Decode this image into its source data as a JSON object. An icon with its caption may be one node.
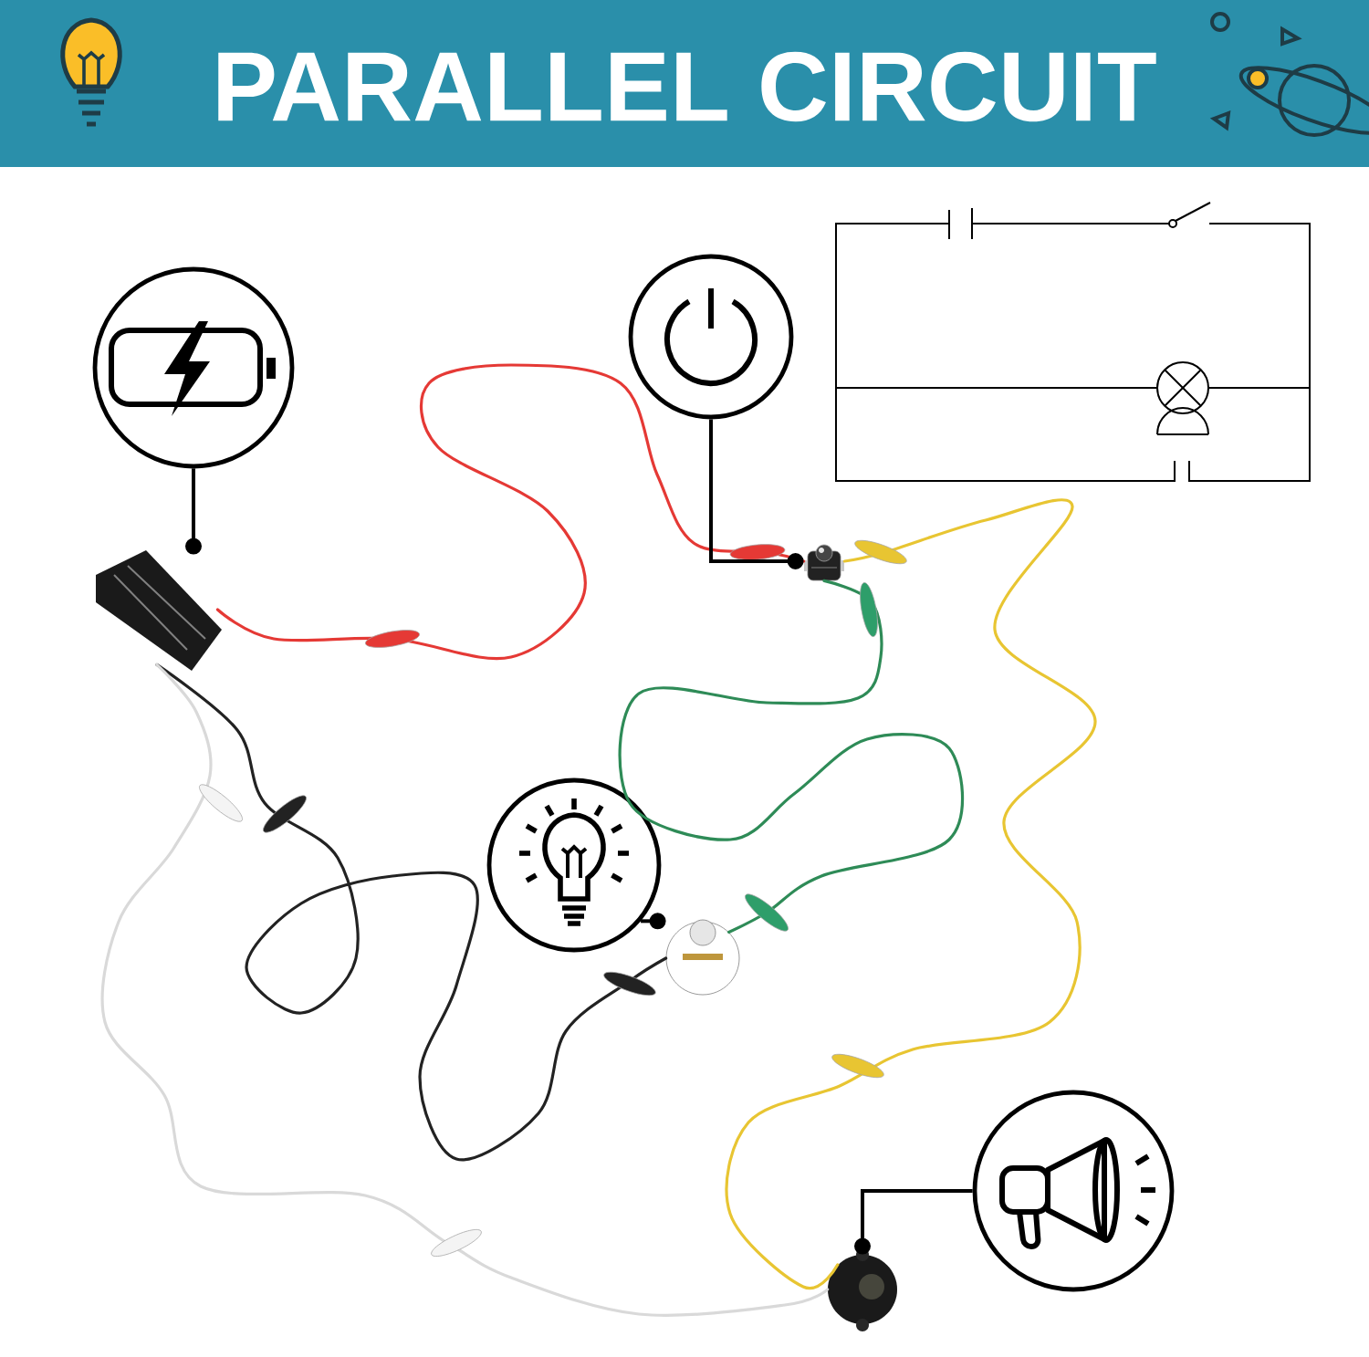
{
  "diagram": {
    "title": "PARALLEL CIRCUIT",
    "nodes": [
      {
        "text": [],
        "shape": "picture"
      },
      {
        "text": [],
        "shape": "picture"
      },
      {
        "text": [],
        "shape": "picture"
      },
      {
        "text": [],
        "shape": "picture"
      },
      {
        "text": [],
        "shape": "picture"
      },
      {
        "text": [],
        "shape": "picture"
      },
      {
        "text": [],
        "shape": "picture"
      },
      {
        "text": [],
        "shape": "picture"
      }
    ],
    "edges": [
      {
        "from": 0,
        "to": 1,
        "arrow": "other"
      },
      {
        "from": 2,
        "to": 3,
        "arrow": "other"
      },
      {
        "from": 4,
        "to": 5,
        "arrow": "other"
      },
      {
        "from": 6,
        "to": 7,
        "arrow": "other"
      },
      {
        "from": 1,
        "to": 3,
        "arrow": "none",
        "color": "#e53935"
      },
      {
        "from": 3,
        "to": 7,
        "arrow": "none",
        "color": "#e8c532"
      },
      {
        "from": 3,
        "to": 5,
        "arrow": "none",
        "color": "#2e8b57"
      },
      {
        "from": 1,
        "to": 5,
        "arrow": "none",
        "color": "#222222"
      },
      {
        "from": 1,
        "to": 7,
        "arrow": "none",
        "color": "#d9d9d9"
      }
    ]
  }
}
